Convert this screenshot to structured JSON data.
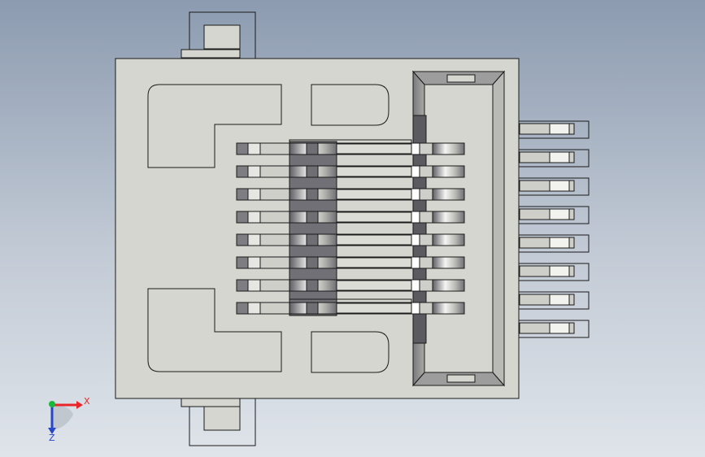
{
  "viewport": {
    "background_top": "#8c9bb0",
    "background_mid": "#c2cad5",
    "background_bottom": "#dfe4ea"
  },
  "model": {
    "body_color": "#d6d6d0",
    "outline_color": "#1a1a1a",
    "contact_color": "#cfcfc9",
    "contact_dark": "#6c6c72",
    "pin_count": 8
  },
  "triad": {
    "x_label": "X",
    "y_label": "",
    "z_label": "Z",
    "x_color": "#e8262a",
    "y_color": "#18b83a",
    "z_color": "#2746c8"
  }
}
